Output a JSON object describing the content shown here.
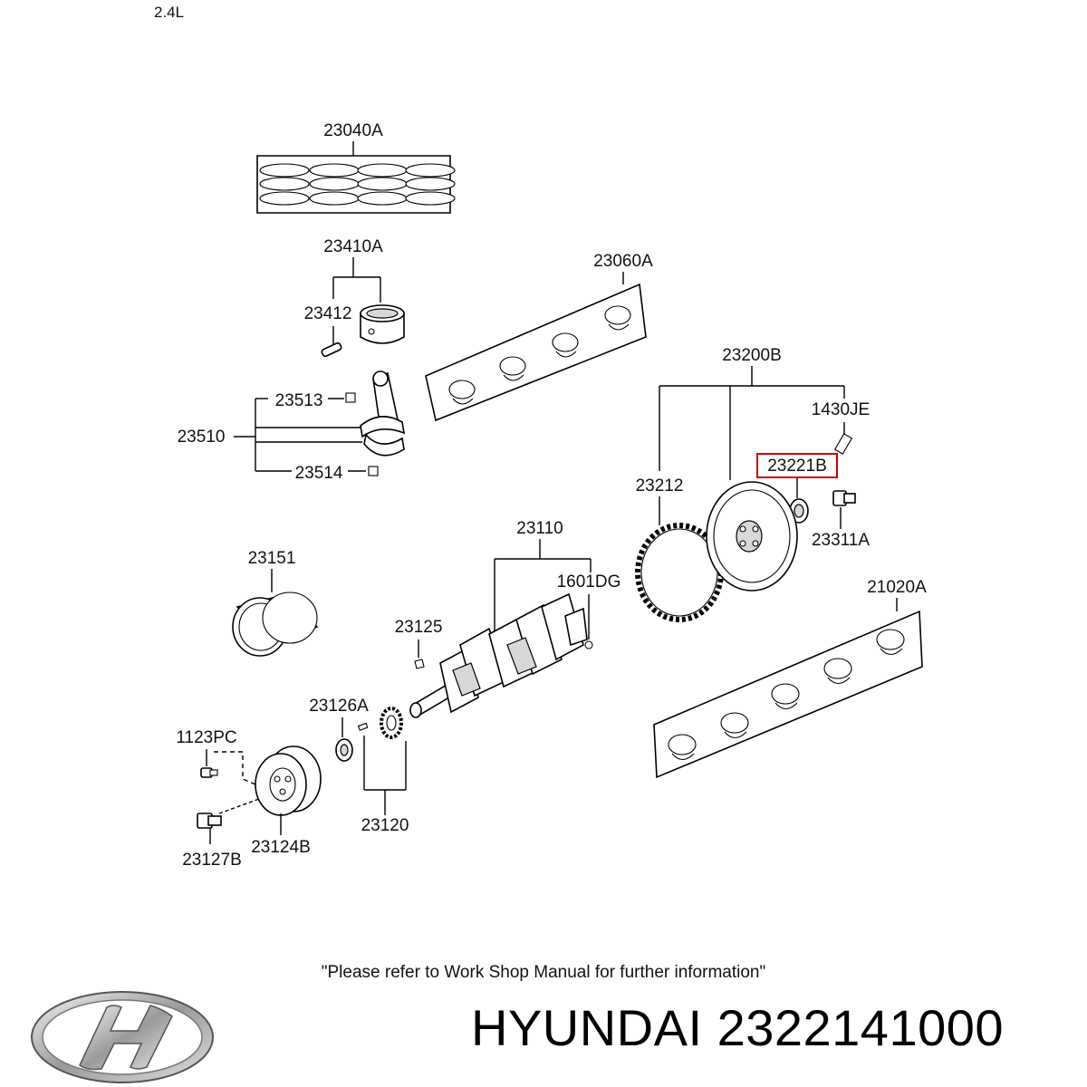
{
  "header": {
    "engine": "2.4L"
  },
  "labels": {
    "p23040A": "23040A",
    "p23410A": "23410A",
    "p23412": "23412",
    "p23060A": "23060A",
    "p23513": "23513",
    "p23510": "23510",
    "p23514": "23514",
    "p23200B": "23200B",
    "p1430JE": "1430JE",
    "p23221B": "23221B",
    "p23212": "23212",
    "p23311A": "23311A",
    "p23110": "23110",
    "p1601DG": "1601DG",
    "p23151": "23151",
    "p21020A": "21020A",
    "p23125": "23125",
    "p23126A": "23126A",
    "p1123PC": "1123PC",
    "p23120": "23120",
    "p23124B": "23124B",
    "p23127B": "23127B"
  },
  "highlight": {
    "part": "23221B",
    "color": "#cc0000"
  },
  "footer": {
    "note": "\"Please refer to Work Shop Manual for further information\"",
    "brand": "HYUNDAI 2322141000"
  }
}
